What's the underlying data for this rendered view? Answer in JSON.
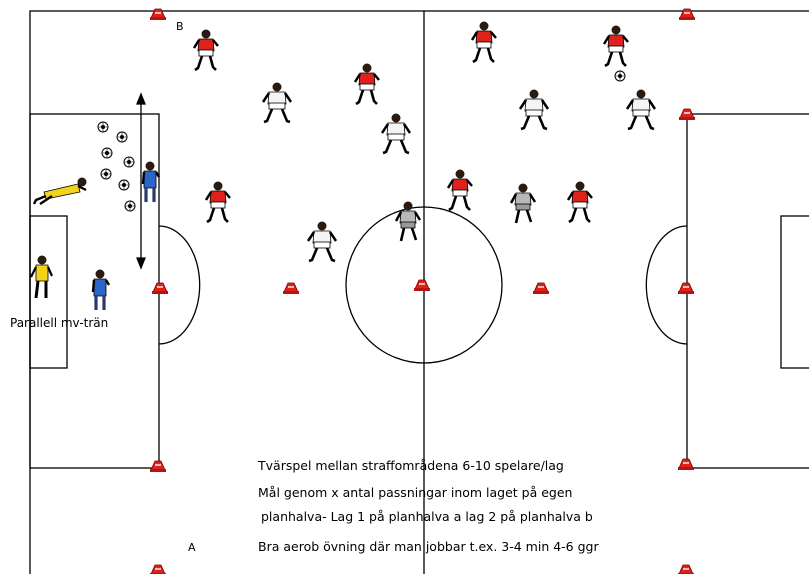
{
  "labels": {
    "corner_b": "B",
    "corner_a": "A",
    "parallel": "Parallell mv-trän"
  },
  "description": [
    "Tvärspel mellan straffområdena 6-10 spelare/lag",
    "Mål genom x antal passningar inom laget på egen",
    "planhalva- Lag 1 på planhalva a  lag 2 på planhalva b",
    "Bra aerob övning där man jobbar t.ex. 3-4 min  4-6 ggr"
  ],
  "colors": {
    "line": "#000000",
    "team_red": "#e0211b",
    "team_white": "#f4f4f4",
    "team_grey": "#b8b8b8",
    "coach_blue": "#2a66c8",
    "keeper_yellow": "#f2d31b",
    "cone": "#e0211b"
  }
}
